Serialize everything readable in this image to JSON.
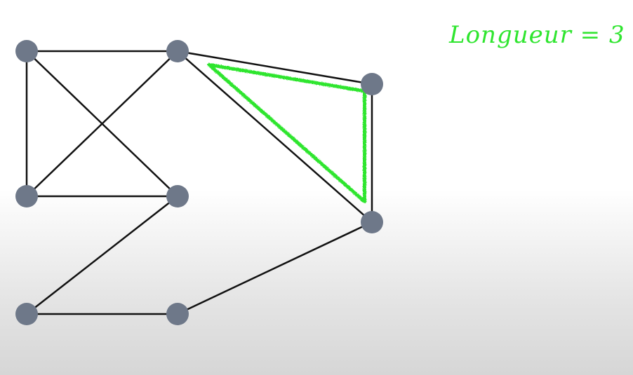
{
  "annotation": {
    "text": "Longueur = 3",
    "color": "#2fe52f"
  },
  "graph": {
    "node_color": "#6e7889",
    "edge_color": "#111111",
    "highlight_color": "#2fe52f",
    "nodes": [
      "a",
      "b",
      "c",
      "d",
      "e",
      "f",
      "g",
      "h"
    ],
    "edges": [
      [
        "a",
        "b"
      ],
      [
        "a",
        "d"
      ],
      [
        "a",
        "e"
      ],
      [
        "b",
        "d"
      ],
      [
        "b",
        "c"
      ],
      [
        "b",
        "h"
      ],
      [
        "d",
        "e"
      ],
      [
        "c",
        "h"
      ],
      [
        "e",
        "f"
      ],
      [
        "f",
        "g"
      ],
      [
        "g",
        "h"
      ]
    ],
    "highlighted_cycle": [
      "b",
      "c",
      "h"
    ]
  }
}
